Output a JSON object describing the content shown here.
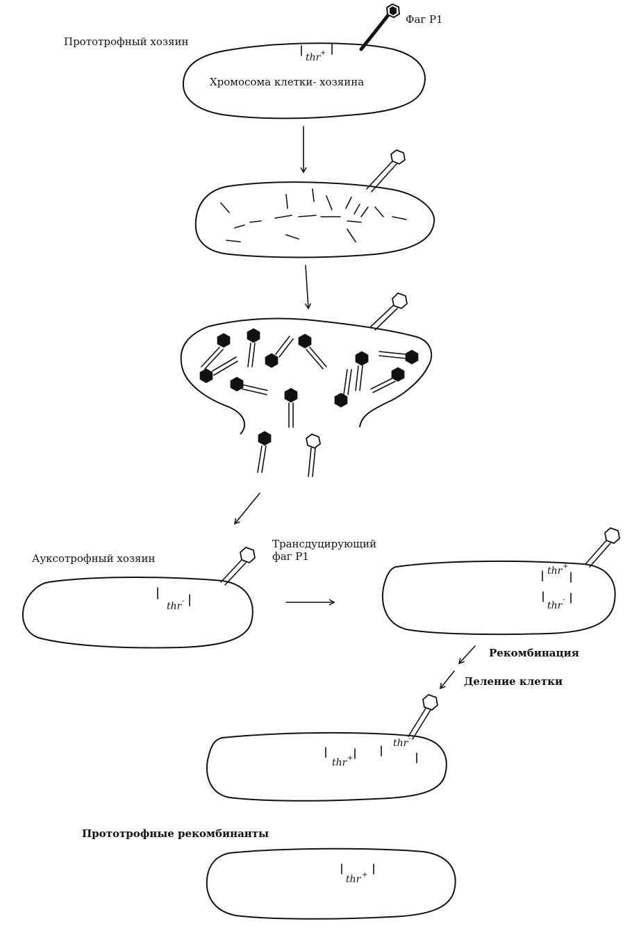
{
  "labels": {
    "phage_p1": "Фаг P1",
    "prototrophic_host": "Прототрофный хозяин",
    "host_chromosome": "Хромосома клетки- хозяина",
    "auxotrophic_host": "Ауксотрофный хозяин",
    "transducing_phage_line1": "Трансдуцирующий",
    "transducing_phage_line2": "фаг P1",
    "recombination": "Рекомбинация",
    "cell_division": "Деление клетки",
    "prototrophic_recombinants": "Прототрофные рекомбинанты"
  },
  "genes": {
    "thr": "thr",
    "plus": "+",
    "minus": "-"
  }
}
